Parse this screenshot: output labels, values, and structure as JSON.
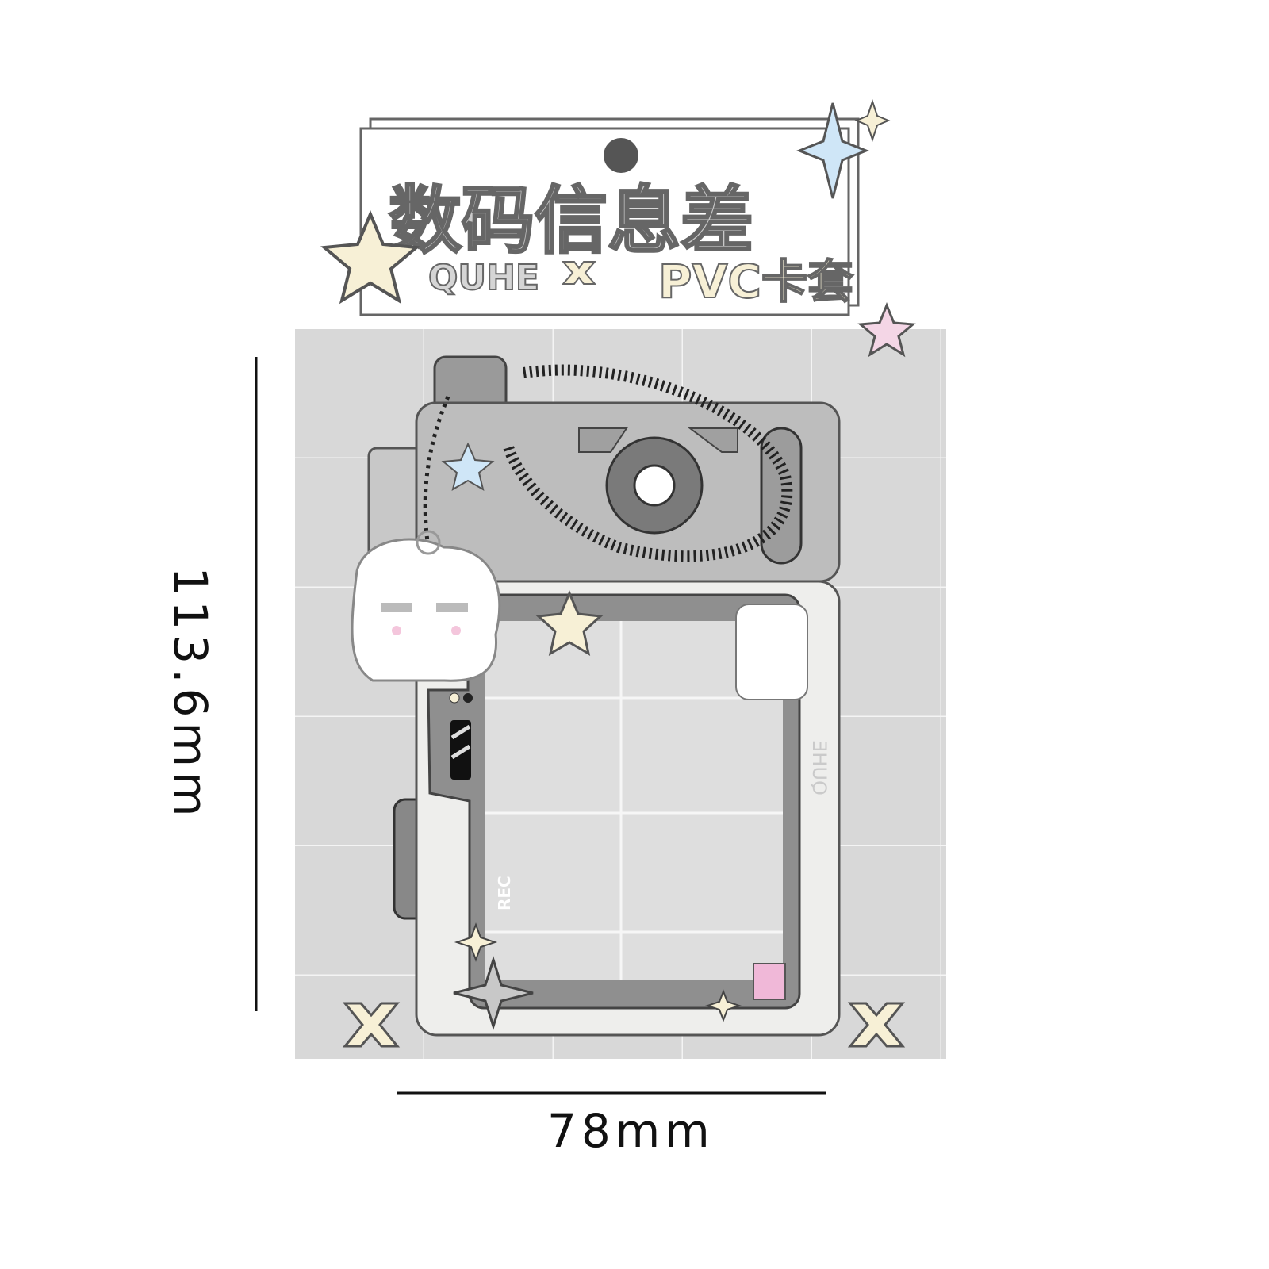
{
  "product": {
    "title_line1": "数码信息差",
    "brand": "QUHE",
    "subtitle": "PVC卡套",
    "card_brand_mirrored": "QUHE",
    "rec_label": "REC"
  },
  "dimensions": {
    "height_label": "113.6mm",
    "width_label": "78mm"
  },
  "colors": {
    "background_panel": "#d8d8d8",
    "device_dark": "#8a8a8a",
    "device_light": "#eeeeec",
    "star_yellow": "#f7f0d6",
    "star_blue": "#cfe6f7",
    "star_pink": "#f4d6e6"
  }
}
